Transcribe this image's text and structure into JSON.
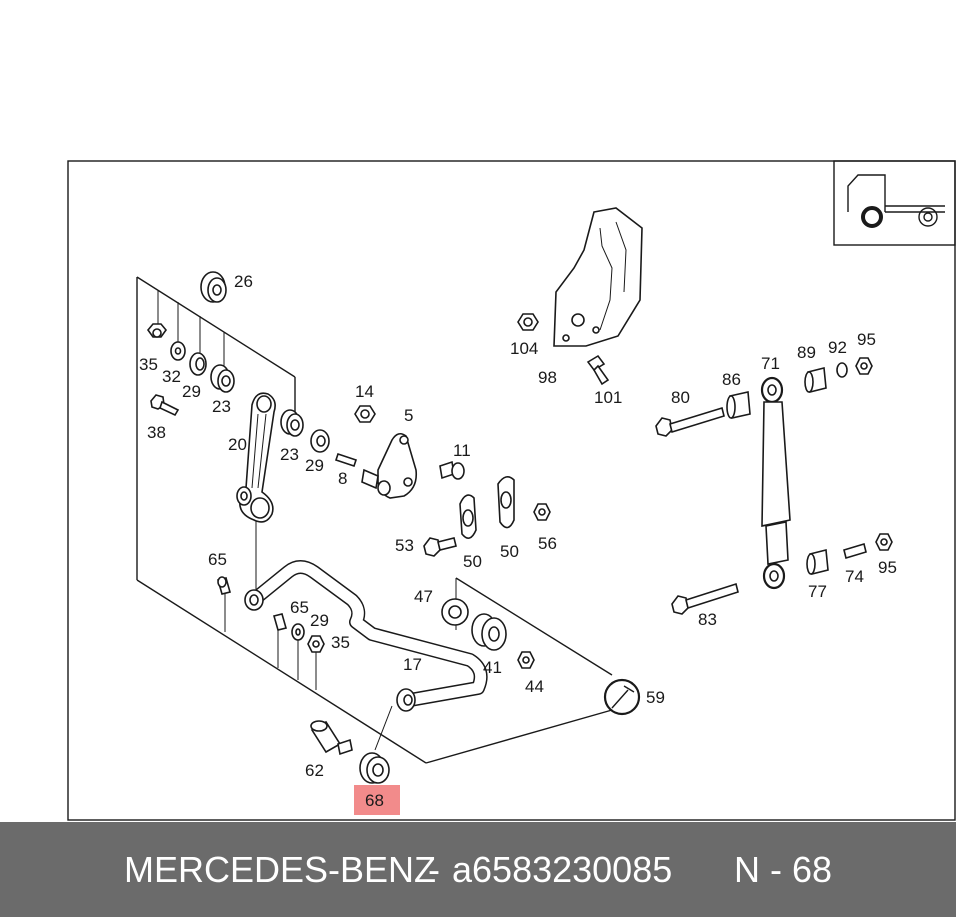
{
  "caption": {
    "brand": "MERCEDES-BENZ",
    "separator": "-",
    "part_number": "a6583230085",
    "position": "N - 68"
  },
  "highlight": {
    "label": "68",
    "color": "#f28b8b"
  },
  "labels": {
    "l26": "26",
    "l35a": "35",
    "l32": "32",
    "l29a": "29",
    "l23a": "23",
    "l38": "38",
    "l20": "20",
    "l23b": "23",
    "l29b": "29",
    "l8": "8",
    "l14": "14",
    "l5": "5",
    "l11": "11",
    "l104": "104",
    "l98": "98",
    "l101": "101",
    "l80": "80",
    "l86": "86",
    "l71": "71",
    "l89": "89",
    "l92": "92",
    "l95a": "95",
    "l53": "53",
    "l50a": "50",
    "l50b": "50",
    "l56": "56",
    "l65a": "65",
    "l47": "47",
    "l65b": "65",
    "l29c": "29",
    "l35b": "35",
    "l41": "41",
    "l44": "44",
    "l17": "17",
    "l59": "59",
    "l62": "62",
    "l77": "77",
    "l74": "74",
    "l95b": "95",
    "l83": "83"
  },
  "colors": {
    "line": "#1a1a1a",
    "caption_bg": "#6b6b6b",
    "caption_text": "#ffffff"
  }
}
